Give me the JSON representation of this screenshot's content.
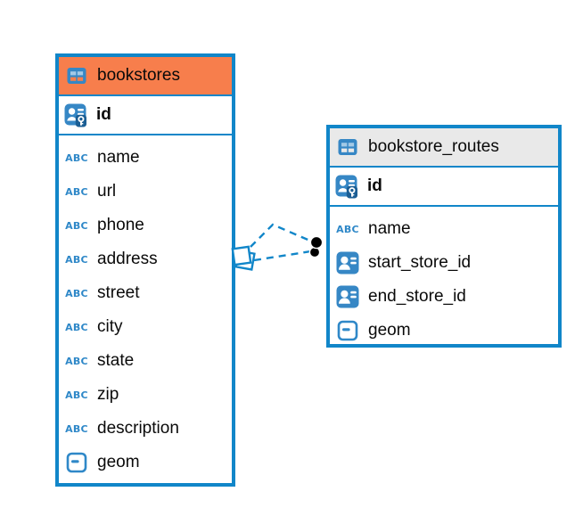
{
  "colors": {
    "table_border": "#1186C9",
    "icon_blue": "#3687C5",
    "accent_blue": "#2F88C8",
    "bookstores_header_bg": "#F77E4C",
    "routes_header_bg": "#E9E9E9",
    "connector_color": "#1186C9",
    "text": "#0A0A0A",
    "canvas_bg": "#FFFFFF"
  },
  "icons": {
    "table_icon": "table-grid",
    "text_type_glyph": "ABC",
    "primary_key_icon": "person-with-key",
    "reference_icon": "person-card",
    "geometry_icon": "box-with-dash"
  },
  "tables": [
    {
      "name": "bookstores",
      "primary_key": "id",
      "columns": [
        {
          "name": "name",
          "type": "text"
        },
        {
          "name": "url",
          "type": "text"
        },
        {
          "name": "phone",
          "type": "text"
        },
        {
          "name": "address",
          "type": "text"
        },
        {
          "name": "street",
          "type": "text"
        },
        {
          "name": "city",
          "type": "text"
        },
        {
          "name": "state",
          "type": "text"
        },
        {
          "name": "zip",
          "type": "text"
        },
        {
          "name": "description",
          "type": "text"
        },
        {
          "name": "geom",
          "type": "geometry"
        }
      ]
    },
    {
      "name": "bookstore_routes",
      "primary_key": "id",
      "columns": [
        {
          "name": "name",
          "type": "text"
        },
        {
          "name": "start_store_id",
          "type": "reference"
        },
        {
          "name": "end_store_id",
          "type": "reference"
        },
        {
          "name": "geom",
          "type": "geometry"
        }
      ]
    }
  ],
  "relationships": {
    "line_style": "dashed",
    "lines": [
      {
        "from": "bookstores",
        "to": "bookstore_routes",
        "via": "start_store_id"
      },
      {
        "from": "bookstores",
        "to": "bookstore_routes",
        "via": "end_store_id"
      }
    ]
  }
}
